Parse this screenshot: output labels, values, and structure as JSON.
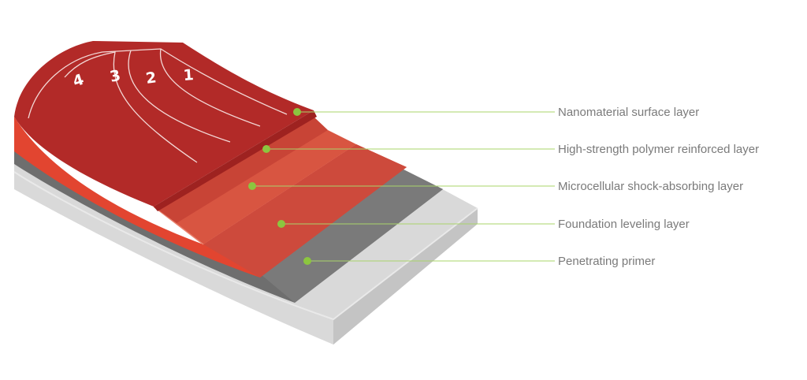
{
  "lanes": [
    "4",
    "3",
    "2",
    "1"
  ],
  "layers": [
    {
      "label": "Nanomaterial surface layer"
    },
    {
      "label": "High-strength polymer reinforced layer"
    },
    {
      "label": "Microcellular shock-absorbing layer"
    },
    {
      "label": "Foundation leveling layer"
    },
    {
      "label": "Penetrating primer"
    }
  ],
  "colors": {
    "surface_red": "#b22a28",
    "reinforced_red": "#c84436",
    "shock_red": "#d6503c",
    "leveling_red": "#e24530",
    "primer_gray": "#747474",
    "base_gray": "#d9d9d9",
    "leader_green": "#9acd4a",
    "dot_green": "#8cc63f"
  }
}
